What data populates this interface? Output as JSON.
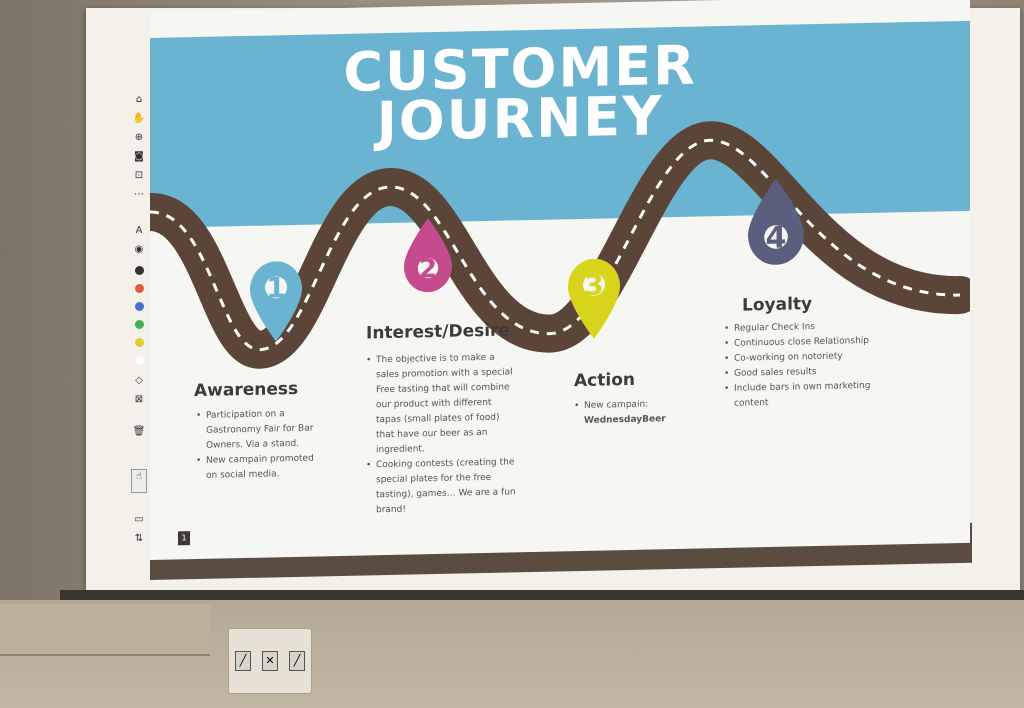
{
  "slide": {
    "title_line1": "CUSTOMER",
    "title_line2": "JOURNEY",
    "page_number": "1",
    "colors": {
      "banner": "#6ab4d2",
      "road": "#5b4538",
      "stage1": "#6ab4d2",
      "stage2": "#c64a8e",
      "stage3": "#d8d41c",
      "stage4": "#5a5f7d"
    },
    "stages": [
      {
        "number": "1",
        "title": "Awareness",
        "bullets": [
          "Participation on a Gastronomy Fair for Bar Owners. Via a stand.",
          "New campain promoted on social media."
        ]
      },
      {
        "number": "2",
        "title": "Interest/Desire",
        "bullets": [
          "The objective is to make a sales promotion with  a special Free tasting that will combine our product with different tapas (small plates of food) that have our beer as an ingredient.",
          "Cooking contests (creating the special plates for the free tasting), games… We are a fun brand!"
        ]
      },
      {
        "number": "3",
        "title": "Action",
        "bullets": [
          "New campain:"
        ],
        "highlight": "WednesdayBeer"
      },
      {
        "number": "4",
        "title": "Loyalty",
        "bullets": [
          "Regular Check Ins",
          "Continuous close Relationship",
          "Co-working on notoriety",
          "Good sales results",
          "Include bars in own marketing content"
        ]
      }
    ]
  },
  "toolbar": {
    "icons": [
      "home-icon",
      "hand-icon",
      "zoom-icon",
      "camera-icon",
      "car-icon",
      "more-icon",
      "text-icon",
      "circle-icon",
      "eraser-icon",
      "crop-icon",
      "trash-icon",
      "pointer-icon",
      "window-icon",
      "swap-icon"
    ],
    "pen_colors": [
      "#333333",
      "#e25a3b",
      "#4a6fd4",
      "#44b05a",
      "#e0cf2a",
      "#ffffff"
    ]
  }
}
